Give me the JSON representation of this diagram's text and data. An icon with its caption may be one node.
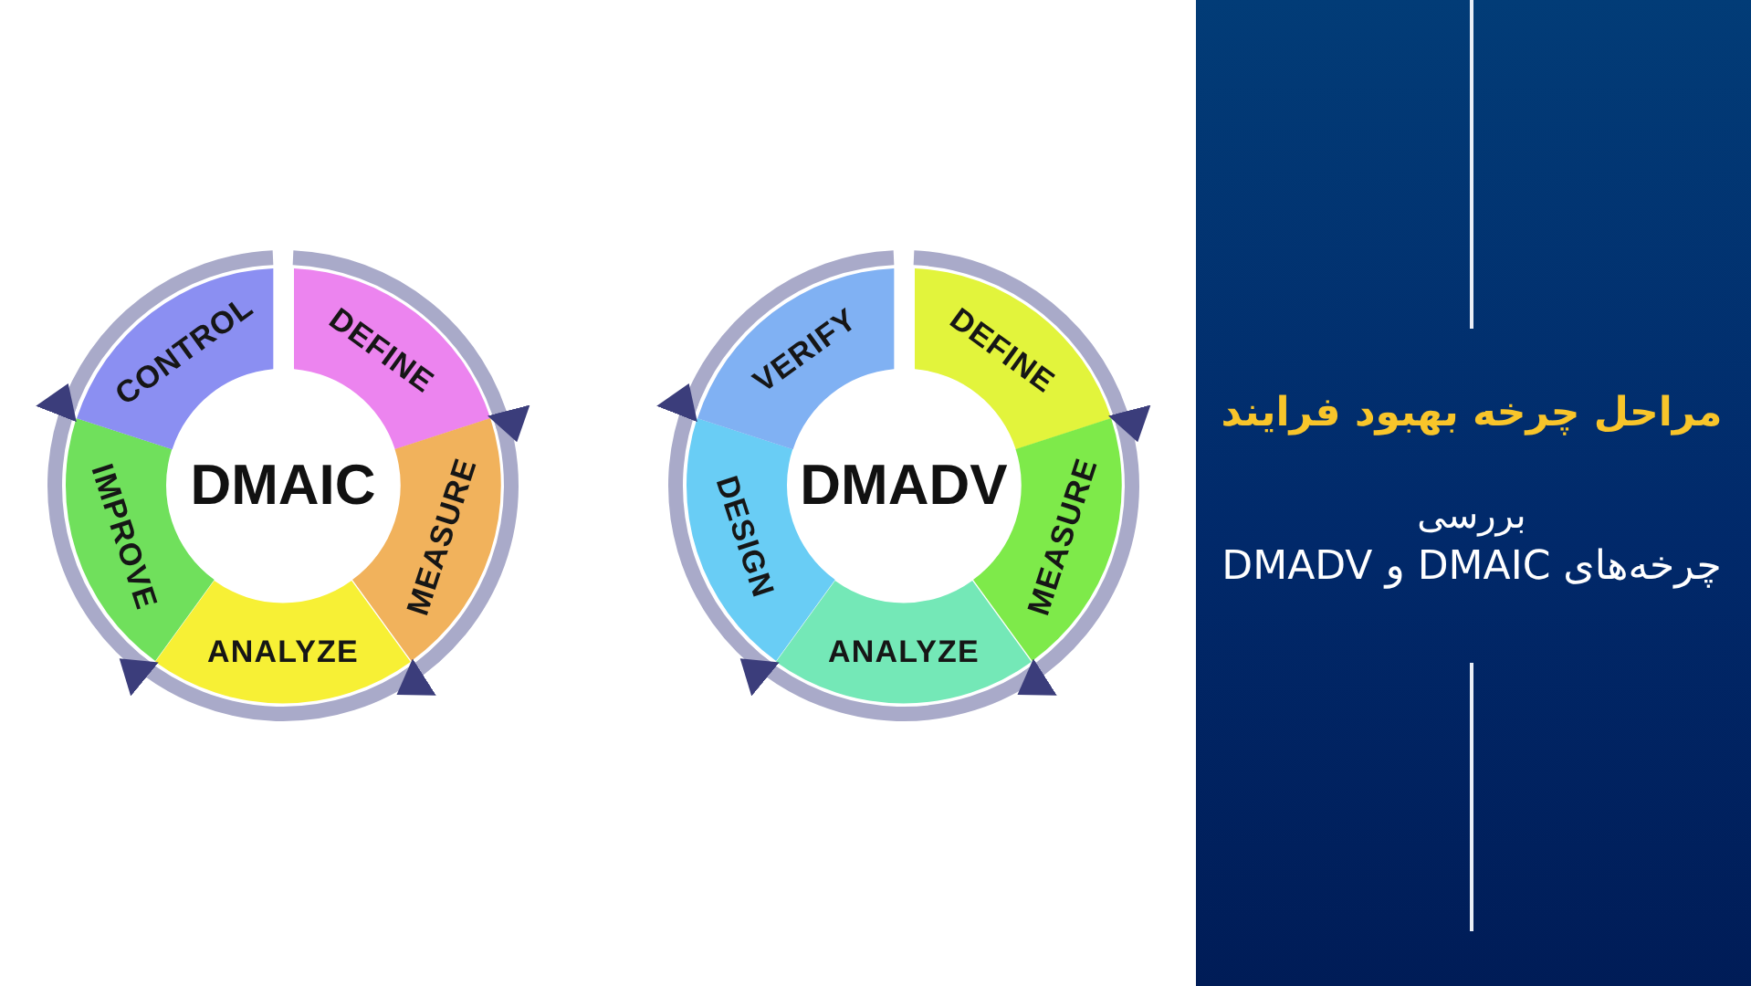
{
  "diagram": {
    "title": "مراحل چرخه بهبود فرایند",
    "nodes": [
      {
        "text": [
          "DMAIC"
        ]
      },
      {
        "text": [
          "DEFINE"
        ]
      },
      {
        "text": [
          "MEASURE"
        ]
      },
      {
        "text": [
          "ANALYZE"
        ]
      },
      {
        "text": [
          "IMPROVE"
        ]
      },
      {
        "text": [
          "CONTROL"
        ]
      },
      {
        "text": [
          "DMADV"
        ]
      },
      {
        "text": [
          "DEFINE"
        ]
      },
      {
        "text": [
          "MEASURE"
        ]
      },
      {
        "text": [
          "ANALYZE"
        ]
      },
      {
        "text": [
          "DESIGN"
        ]
      },
      {
        "text": [
          "VERIFY"
        ]
      }
    ],
    "edges": [
      {
        "from": 1,
        "to": 2,
        "arrow": "to"
      },
      {
        "from": 2,
        "to": 3,
        "arrow": "to"
      },
      {
        "from": 3,
        "to": 4,
        "arrow": "to"
      },
      {
        "from": 4,
        "to": 5,
        "arrow": "to"
      },
      {
        "from": 7,
        "to": 8,
        "arrow": "to"
      },
      {
        "from": 8,
        "to": 9,
        "arrow": "to"
      },
      {
        "from": 9,
        "to": 10,
        "arrow": "to"
      },
      {
        "from": 10,
        "to": 11,
        "arrow": "to"
      }
    ],
    "labels": [
      "بررسی",
      "چرخه‌های DMAIC و DMADV"
    ]
  }
}
